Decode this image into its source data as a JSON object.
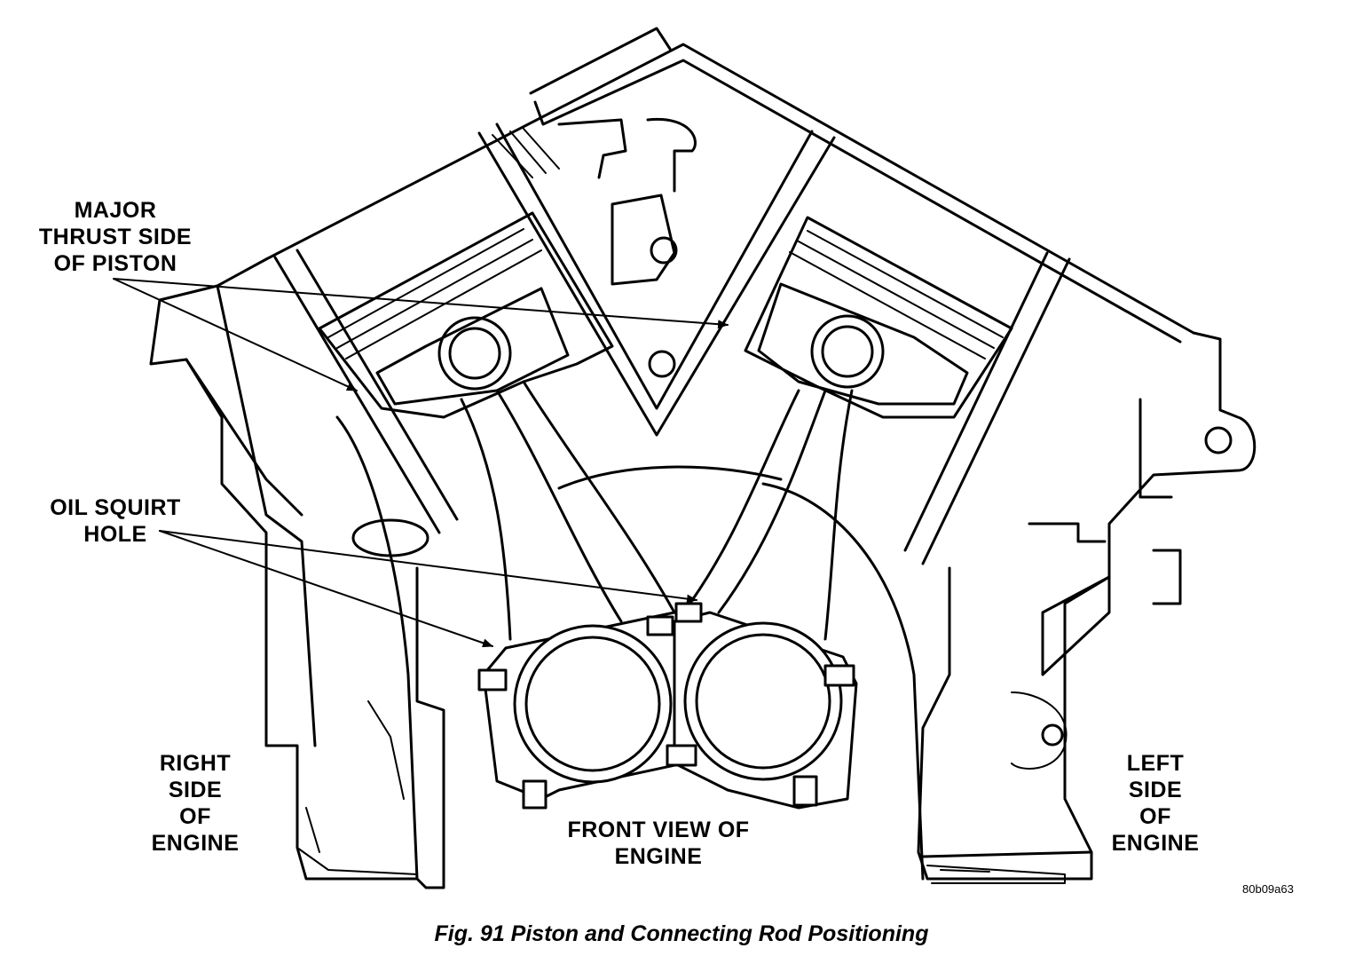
{
  "labels": {
    "major_thrust": [
      "MAJOR",
      "THRUST SIDE",
      "OF PISTON"
    ],
    "oil_squirt": [
      "OIL SQUIRT",
      "HOLE"
    ],
    "right_side": [
      "RIGHT",
      "SIDE",
      "OF",
      "ENGINE"
    ],
    "left_side": [
      "LEFT",
      "SIDE",
      "OF",
      "ENGINE"
    ],
    "front_view": [
      "FRONT VIEW OF",
      "ENGINE"
    ]
  },
  "reference_code": "80b09a63",
  "caption": "Fig. 91 Piston and Connecting Rod Positioning"
}
